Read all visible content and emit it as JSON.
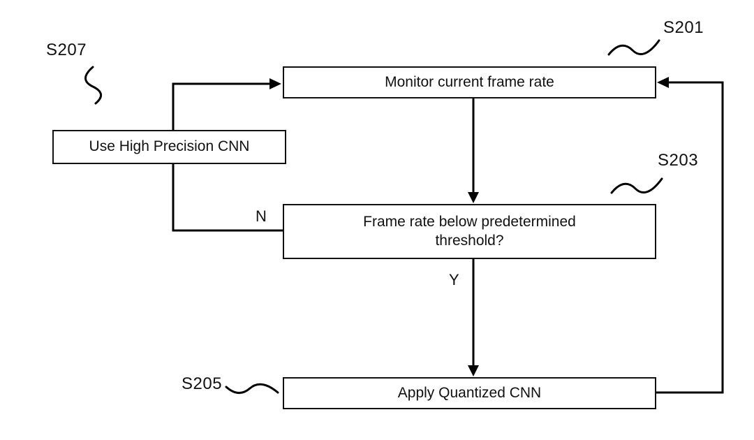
{
  "figure": {
    "type": "flowchart",
    "nodes": {
      "monitor": {
        "ref": "S201",
        "label": "Monitor current frame rate"
      },
      "high_precision": {
        "ref": "S207",
        "label": "Use High Precision CNN"
      },
      "threshold": {
        "ref": "S203",
        "label": "Frame rate below predetermined\nthreshold?"
      },
      "quantized": {
        "ref": "S205",
        "label": "Apply Quantized CNN"
      }
    },
    "branches": {
      "no": "N",
      "yes": "Y"
    },
    "edges": [
      {
        "from": "monitor",
        "to": "threshold",
        "label": ""
      },
      {
        "from": "threshold",
        "to": "quantized",
        "label": "Y"
      },
      {
        "from": "threshold",
        "to": "high_precision",
        "label": "N"
      },
      {
        "from": "high_precision",
        "to": "monitor",
        "label": ""
      },
      {
        "from": "quantized",
        "to": "monitor",
        "label": ""
      }
    ],
    "colors": {
      "background": "#ffffff",
      "line": "#000000",
      "box_fill": "#ffffff",
      "text": "#111111"
    }
  }
}
